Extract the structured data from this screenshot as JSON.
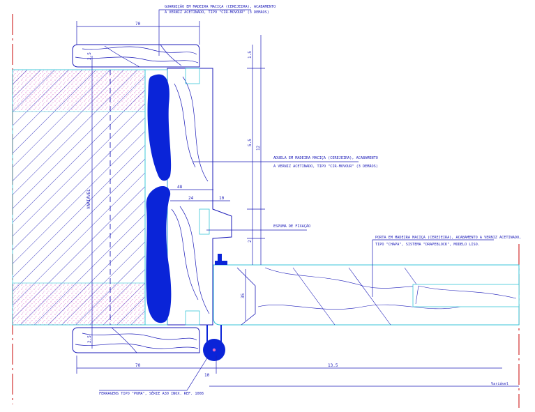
{
  "colors": {
    "line": "#1b1bb8",
    "cyan": "#38c6d8",
    "red": "#d23030",
    "pink": "#e066c8",
    "blue_fill": "#0a24d8",
    "background": "#ffffff"
  },
  "labels": {
    "guarnicao": "GUARNIÇÃO EM MADEIRA MACIÇA (CEREJEIRA), ACABAMENTO",
    "guarnicao_2": "A VERNIZ ACETINADO, TIPO \"CIR-MOVOUR\" (3 DEMÃOS)",
    "aduela": "ADUELA EM MADEIRA MACIÇA (CEREJEIRA), ACABAMENTO",
    "aduela_2": "A VERNIZ ACETINADO, TIPO \"CIR-MOVOUR\" (3 DEMÃOS)",
    "espuma": "ESPUMA DE FIXAÇÃO",
    "porta": "PORTA EM MADEIRA MACIÇA (CEREJEIRA), ACABAMENTO A VERNIZ ACETINADO,",
    "porta_2": "TIPO \"CHAPA\", SISTEMA \"DRAPEBLOCK\", MODELO LISO.",
    "ferragem": "FERRAGENS TIPO \"PUMA\", SÉRIE A30 INOX. REF. 1008",
    "variavel_bottom": "Variável",
    "variavel_left": "VARIÁVEL"
  },
  "dimensions": {
    "top_70": "70",
    "bottom_70": "70",
    "bottom_10": "10",
    "bottom_134": "13.5",
    "right_15": "1.5",
    "right_55": "5.5",
    "right_12": "12",
    "right_2": "2",
    "mid_48": "48",
    "mid_24": "24",
    "mid_10": "10",
    "left_25_top": "2.5",
    "left_25_bottom": "2.5",
    "door_35": "35"
  }
}
